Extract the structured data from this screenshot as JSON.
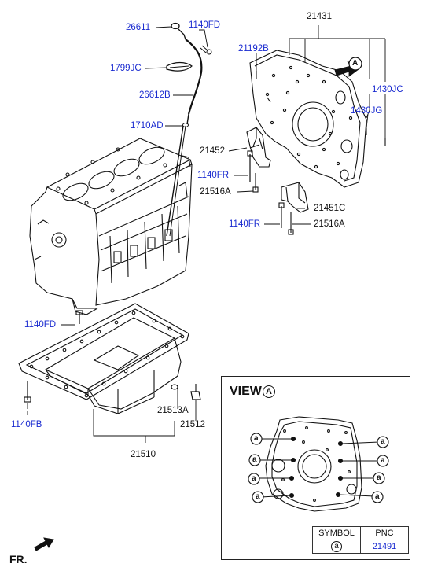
{
  "labels": {
    "p26611": "26611",
    "p1140fd_top": "1140FD",
    "p1799jc": "1799JC",
    "p26612b": "26612B",
    "p1710ad": "1710AD",
    "p21431": "21431",
    "p21192b": "21192B",
    "p1430jc": "1430JC",
    "p1430jg": "1430JG",
    "p21452": "21452",
    "p1140fr_a": "1140FR",
    "p21516a_a": "21516A",
    "p21451c": "21451C",
    "p1140fr_b": "1140FR",
    "p21516a_b": "21516A",
    "p1140fd_mid": "1140FD",
    "p21513a": "21513A",
    "p21512": "21512",
    "p1140fb": "1140FB",
    "p21510": "21510"
  },
  "view": {
    "title": "VIEW",
    "marker": "A",
    "callout_marker": "A",
    "hole_symbol": "a"
  },
  "symbol_table": {
    "header_symbol": "SYMBOL",
    "header_pnc": "PNC",
    "row_symbol": "a",
    "row_pnc": "21491"
  },
  "front_marker": "FR.",
  "colors": {
    "label_blue": "#1a2bd0",
    "line": "#111111"
  }
}
